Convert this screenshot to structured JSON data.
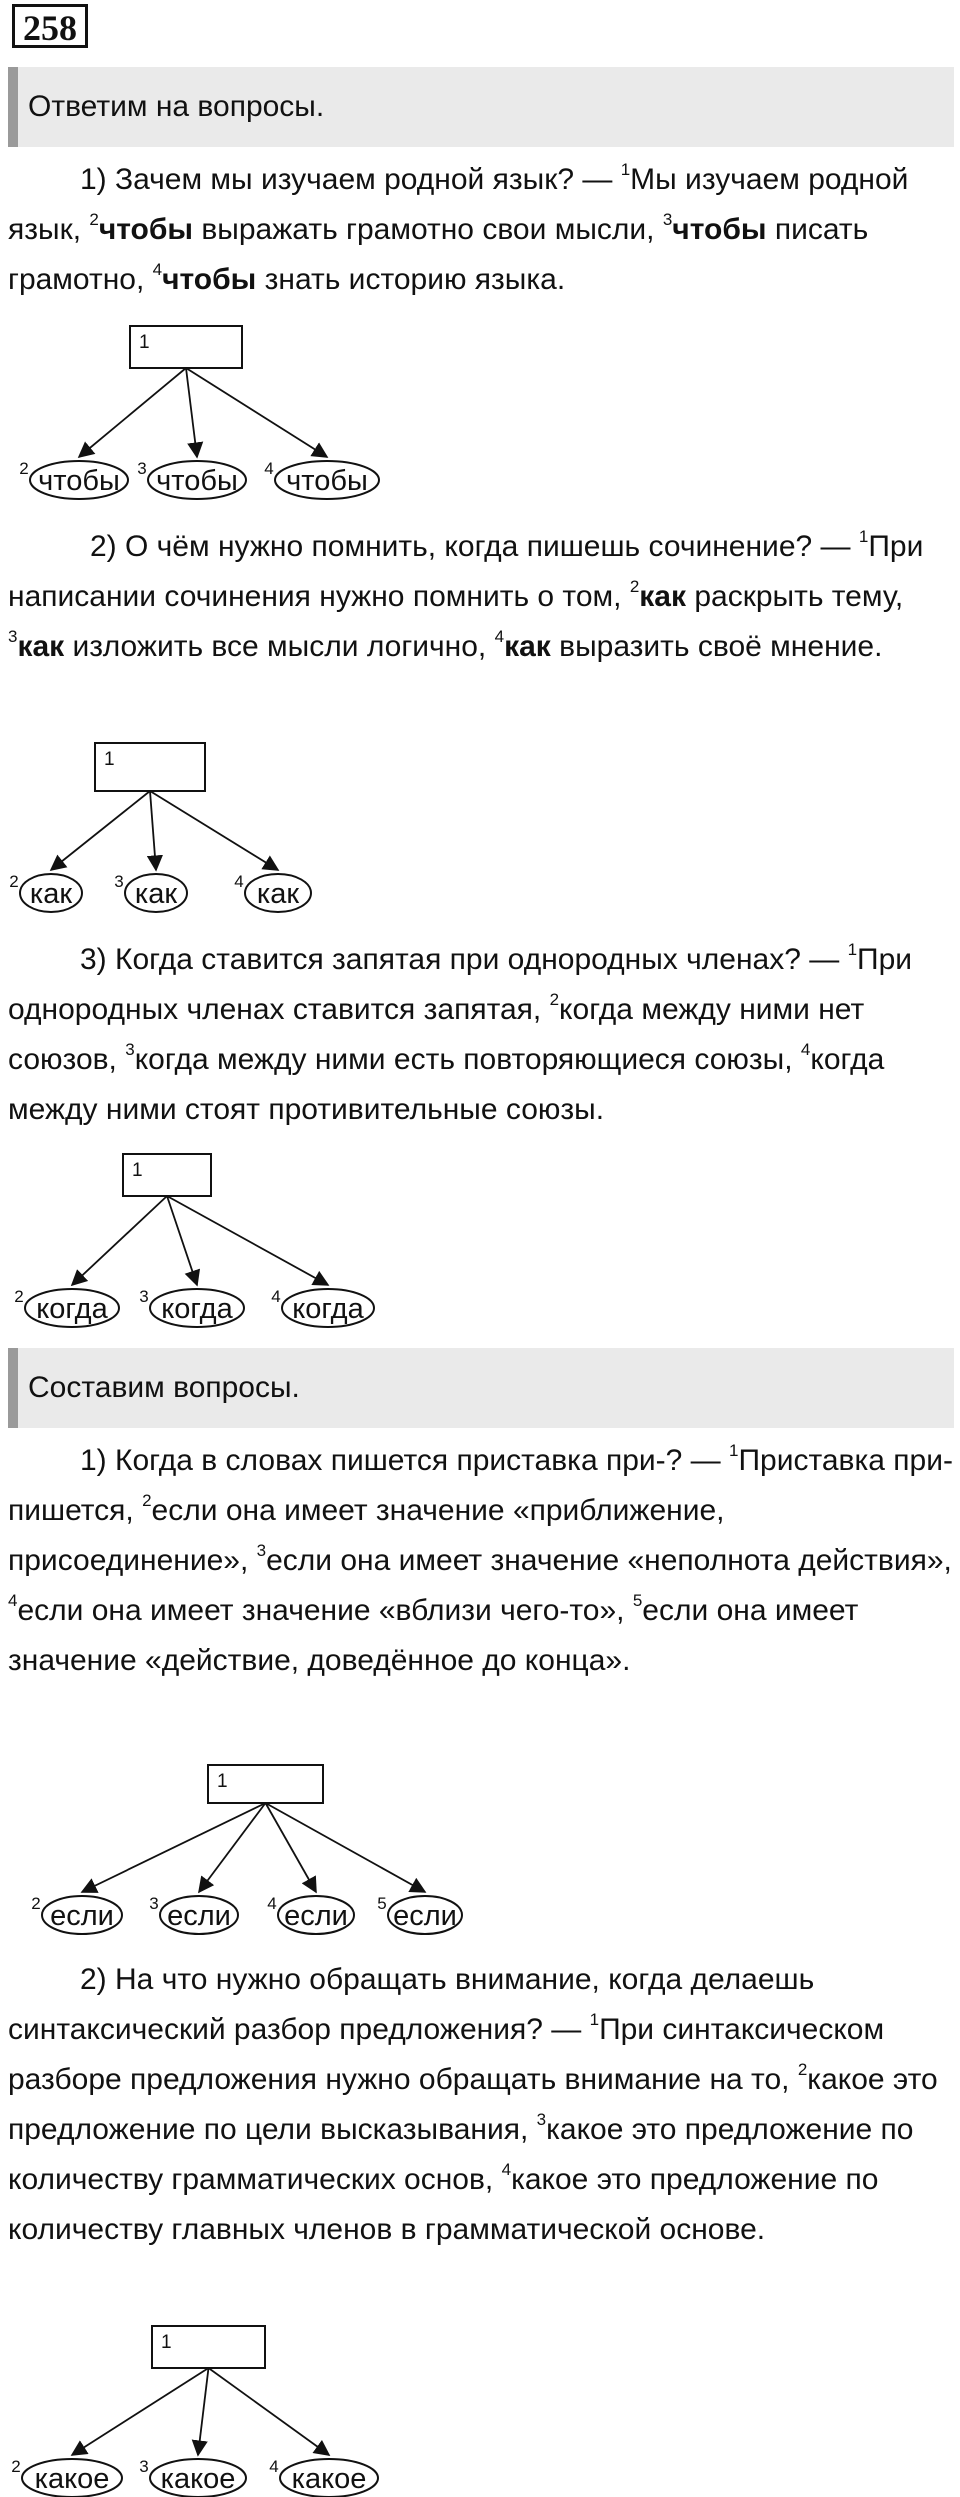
{
  "task_number": "258",
  "sections": {
    "answer_header": "Ответим на вопросы.",
    "compose_header": "Составим вопросы."
  },
  "paragraphs": [
    {
      "indent": "1) Зачем мы изучаем родной язык? — ",
      "s1": "1",
      "t1": "Мы изучаем родной язык, ",
      "s2": "2",
      "k2": "чтобы",
      "t2": " выражать грамотно свои мысли, ",
      "s3": "3",
      "k3": "чтобы",
      "t3": " писать грамотно, ",
      "s4": "4",
      "k4": "чтобы",
      "t4": " знать историю языка."
    },
    {
      "indent": "2) О чём нужно помнить, когда пишешь сочинение? — ",
      "s1": "1",
      "t1": "При написании сочинения нужно помнить о том, ",
      "s2": "2",
      "k2": "как",
      "t2": " раскрыть тему, ",
      "s3": "3",
      "k3": "как",
      "t3": " изложить все мысли логично, ",
      "s4": "4",
      "k4": "как",
      "t4": " выразить своё мнение."
    },
    {
      "indent": "3) Когда ставится запятая при однородных членах? — ",
      "s1": "1",
      "t1": "При однородных членах ставится запятая, ",
      "s2": "2",
      "t2": "когда между ними нет союзов, ",
      "s3": "3",
      "t3": "когда между ними есть повторяющиеся союзы, ",
      "s4": "4",
      "t4": "когда между ними стоят противительные союзы."
    },
    {
      "indent": "1) Когда в словах пишется приставка при-? — ",
      "s1": "1",
      "t1": "Приставка при- пишется, ",
      "s2": "2",
      "t2": "если она имеет значение «приближение, присоединение», ",
      "s3": "3",
      "t3": "если она имеет значение «неполнота действия», ",
      "s4": "4",
      "t4": "если она имеет значение «вблизи чего-то», ",
      "s5": "5",
      "t5": "если она имеет значение «действие, доведённое до конца»."
    },
    {
      "indent": "2) На что нужно обращать внимание, когда делаешь синтаксический разбор предложения? — ",
      "s1": "1",
      "t1": "При синтаксическом разборе предложения нужно обращать внимание на то, ",
      "s2": "2",
      "t2": "какое это предложение по цели высказывания, ",
      "s3": "3",
      "t3": "какое это предложение по количеству грамматических основ, ",
      "s4": "4",
      "t4": "какое это предложение по количеству главных членов в грамматической основе."
    }
  ],
  "diagrams": [
    {
      "root": "1",
      "children": [
        {
          "n": "2",
          "w": "чтобы"
        },
        {
          "n": "3",
          "w": "чтобы"
        },
        {
          "n": "4",
          "w": "чтобы"
        }
      ]
    },
    {
      "root": "1",
      "children": [
        {
          "n": "2",
          "w": "как"
        },
        {
          "n": "3",
          "w": "как"
        },
        {
          "n": "4",
          "w": "как"
        }
      ]
    },
    {
      "root": "1",
      "children": [
        {
          "n": "2",
          "w": "когда"
        },
        {
          "n": "3",
          "w": "когда"
        },
        {
          "n": "4",
          "w": "когда"
        }
      ]
    },
    {
      "root": "1",
      "children": [
        {
          "n": "2",
          "w": "если"
        },
        {
          "n": "3",
          "w": "если"
        },
        {
          "n": "4",
          "w": "если"
        },
        {
          "n": "5",
          "w": "если"
        }
      ]
    },
    {
      "root": "1",
      "children": [
        {
          "n": "2",
          "w": "какое"
        },
        {
          "n": "3",
          "w": "какое"
        },
        {
          "n": "4",
          "w": "какое"
        }
      ]
    }
  ]
}
